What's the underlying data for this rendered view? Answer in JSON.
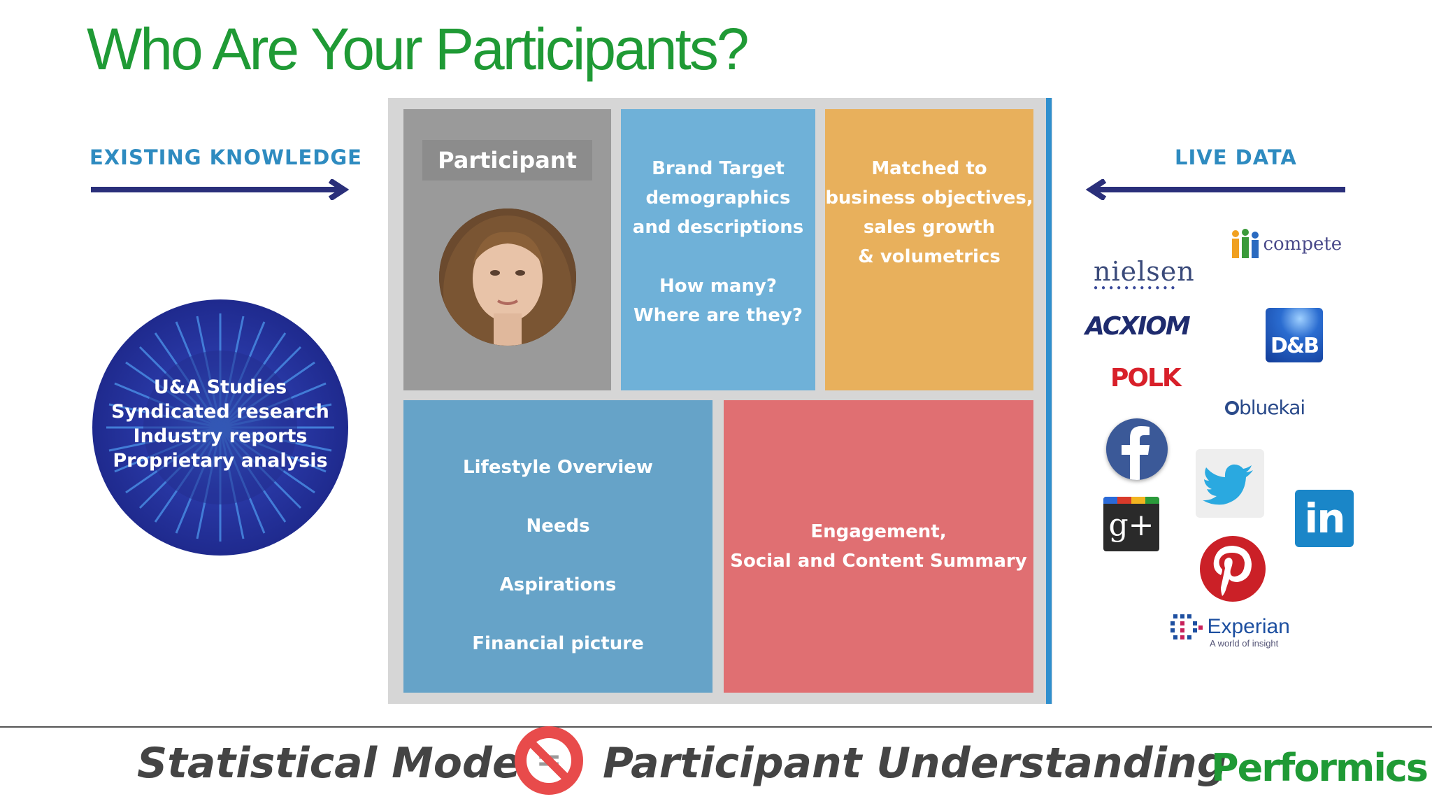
{
  "title": "Who Are Your Participants?",
  "left": {
    "header": "EXISTING KNOWLEDGE",
    "circle_lines": [
      "U&A Studies",
      "Syndicated research",
      "Industry reports",
      "Proprietary analysis"
    ]
  },
  "right": {
    "header": "LIVE DATA",
    "logos": {
      "compete": "compete",
      "nielsen": "nielsen",
      "acxiom": "ACXIOM",
      "dnb": "D&B",
      "polk": "POLK",
      "bluekai": "bluekai",
      "facebook_icon": "facebook-icon",
      "twitter_icon": "twitter-icon",
      "googleplus": "g+",
      "linkedin": "in",
      "pinterest_icon": "pinterest-icon",
      "experian": "Experian",
      "experian_tag": "A world of insight"
    }
  },
  "grid": {
    "participant_label": "Participant",
    "brand_lines": [
      "Brand Target",
      "demographics",
      "and descriptions",
      "",
      "How many?",
      "Where are they?"
    ],
    "matched_lines": [
      "Matched to",
      "business objectives,",
      "sales growth",
      "& volumetrics"
    ],
    "lifestyle_lines": [
      "Lifestyle Overview",
      "Needs",
      "Aspirations",
      "Financial picture"
    ],
    "engagement_lines": [
      "Engagement,",
      "Social and Content Summary"
    ]
  },
  "bottom": {
    "left_text": "Statistical Models",
    "not_equal_icon": "not-equal-icon",
    "not_equal_symbol": "=",
    "right_text": "Participant Understanding",
    "brand": "Performics"
  },
  "colors": {
    "title_green": "#1f9a35",
    "header_blue": "#2e8bc0",
    "arrow_navy": "#2a2f7a",
    "tile_gray": "#9a9a9a",
    "tile_light_blue": "#6fb1d8",
    "tile_orange": "#e8b05c",
    "tile_blue": "#66a3c8",
    "tile_red": "#e06f72",
    "not_equal_red": "#e84b4b"
  }
}
